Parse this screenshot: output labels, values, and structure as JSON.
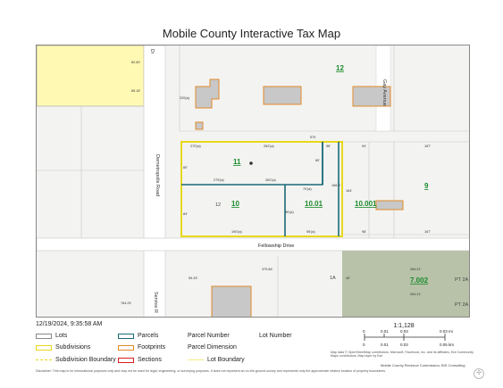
{
  "title": "Mobile County Interactive Tax Map",
  "timestamp": "12/19/2024, 9:35:58 AM",
  "map": {
    "roads": {
      "demetropolis": "Demetropolis Road",
      "gay": "Gay Avenue",
      "fellowship": "Fellowship Drive",
      "service": "Service R"
    },
    "lot_numbers": {
      "l12_top": "12",
      "l11": "11",
      "l10": "10",
      "l1001": "10.01",
      "l10001": "10.001",
      "l9": "9",
      "l7002": "7.002"
    },
    "small_labels": {
      "l12_inner": "12",
      "pt2a_1": "PT 2A",
      "pt2a_2": "PT 2A",
      "d1a": "1A"
    },
    "dimensions": {
      "d82": "82.60'",
      "d85": "85.18'",
      "d220": "220(a)",
      "d570": "570",
      "d270a": "270'(a)",
      "d262a": "262'(a)",
      "d58": "58'",
      "d94": "94'",
      "d167t": "167'",
      "d80l": "80'",
      "d80r": "80'",
      "d275": "275'(a)",
      "d262b": "262'(a)",
      "d70": "70'(a)",
      "d168": "168.0'",
      "d164": "164'",
      "d84": "84'",
      "d96": "96'(a)",
      "d190": "190'(a)",
      "d95": "95'(a)",
      "d98": "98'",
      "d167b": "167'",
      "d379": "379.84'",
      "d5933": "59.33'",
      "d264a": "264.21'",
      "d264b": "264.21'",
      "d40": "40'",
      "d764": "764.25"
    }
  },
  "legend": {
    "lots": "Lots",
    "parcels": "Parcels",
    "parcel_number": "Parcel Number",
    "lot_number": "Lot Number",
    "subdivisions": "Subdivisions",
    "footprints": "Footprints",
    "parcel_dimension": "Parcel Dimension",
    "subdivision_boundary": "Subdivision Boundary",
    "sections": "Sections",
    "lot_boundary": "Lot Boundary"
  },
  "scale": {
    "ratio": "1:1,128",
    "ticks_mi": [
      "0",
      "0.01",
      "0.03",
      "0.03 mi"
    ],
    "ticks_km": [
      "0",
      "0.01",
      "0.03",
      "0.05 km"
    ]
  },
  "attribution": "Map data © OpenStreetMap contributors, Microsoft, Facebook, Inc. and its affiliates, Esri Community Maps contributors, Map layer by Esri",
  "credit": "Mobile County Revenue Commission, BIS Consulting",
  "disclaimer": "Disclaimer: This map is for informational purposes only and may not be used for legal, engineering, or surveying purposes. It does not represent an on-the-ground survey and represents only the approximate relative location of property boundaries.",
  "colors": {
    "subdivision": "#e8d81a",
    "parcel": "#1a6b78",
    "footprint": "#e08a2a",
    "lot_number": "#1a8a2a",
    "road": "#ffffff"
  }
}
